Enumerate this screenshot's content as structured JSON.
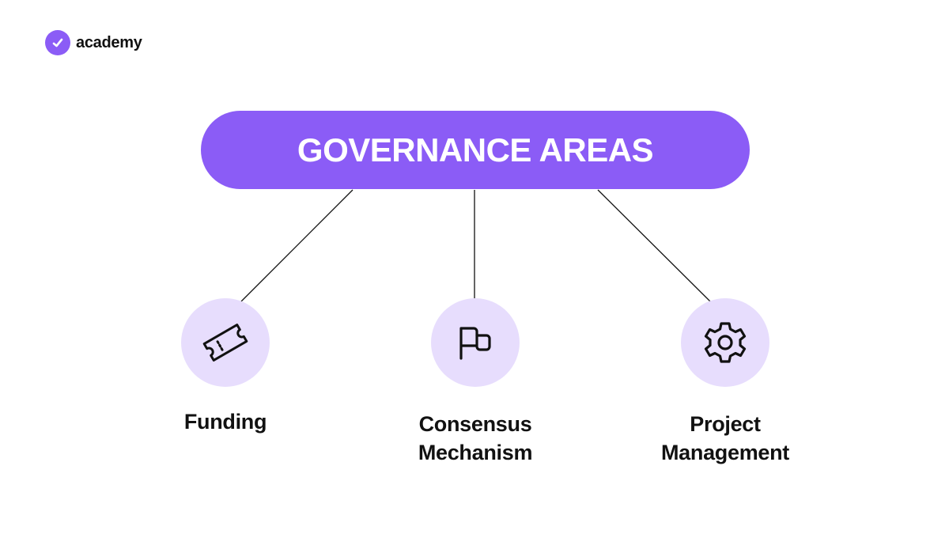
{
  "brand": {
    "name": "academy",
    "logo_icon": "check-icon",
    "accent_color": "#8b5cf6"
  },
  "diagram": {
    "title": "GOVERNANCE AREAS",
    "pill_color": "#8b5cf6",
    "node_color": "#e7ddfd",
    "nodes": [
      {
        "label": "Funding",
        "icon": "ticket-icon"
      },
      {
        "label": "Consensus Mechanism",
        "icon": "flag-icon"
      },
      {
        "label": "Project Management",
        "icon": "gear-icon"
      }
    ]
  }
}
